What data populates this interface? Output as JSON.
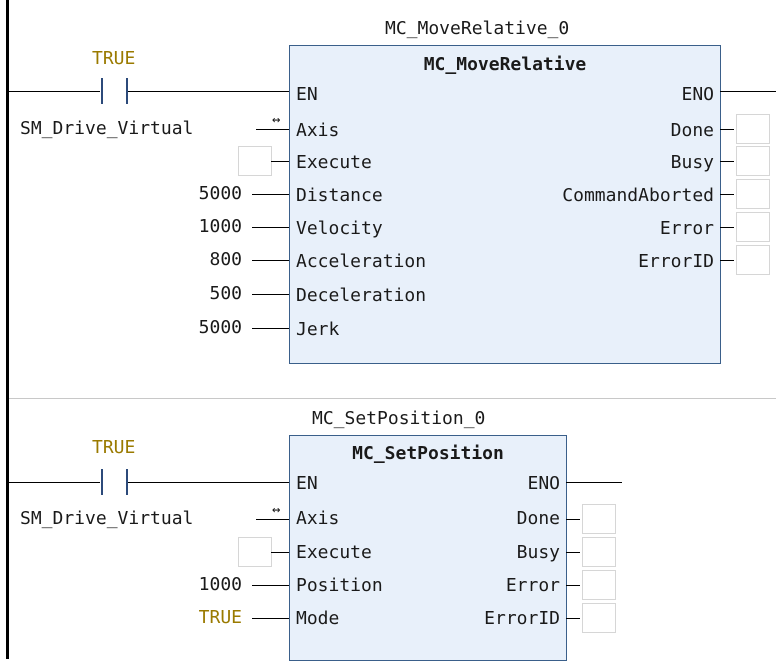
{
  "rung1": {
    "instance_name": "MC_MoveRelative_0",
    "block_type": "MC_MoveRelative",
    "contact_label": "TRUE",
    "axis_var": "SM_Drive_Virtual",
    "inputs": {
      "en": "EN",
      "axis": "Axis",
      "execute": "Execute",
      "distance": "Distance",
      "velocity": "Velocity",
      "acceleration": "Acceleration",
      "deceleration": "Deceleration",
      "jerk": "Jerk"
    },
    "input_values": {
      "distance": "5000",
      "velocity": "1000",
      "acceleration": "800",
      "deceleration": "500",
      "jerk": "5000"
    },
    "outputs": {
      "eno": "ENO",
      "done": "Done",
      "busy": "Busy",
      "command_aborted": "CommandAborted",
      "error": "Error",
      "error_id": "ErrorID"
    }
  },
  "rung2": {
    "instance_name": "MC_SetPosition_0",
    "block_type": "MC_SetPosition",
    "contact_label": "TRUE",
    "axis_var": "SM_Drive_Virtual",
    "inputs": {
      "en": "EN",
      "axis": "Axis",
      "execute": "Execute",
      "position": "Position",
      "mode": "Mode"
    },
    "input_values": {
      "position": "1000",
      "mode": "TRUE"
    },
    "outputs": {
      "eno": "ENO",
      "done": "Done",
      "busy": "Busy",
      "error": "Error",
      "error_id": "ErrorID"
    }
  },
  "colors": {
    "block_fill": "#e8f0fa",
    "block_border": "#3a5f8a",
    "contact_label": "#9a7a00",
    "mode_value": "#9a7a00"
  }
}
